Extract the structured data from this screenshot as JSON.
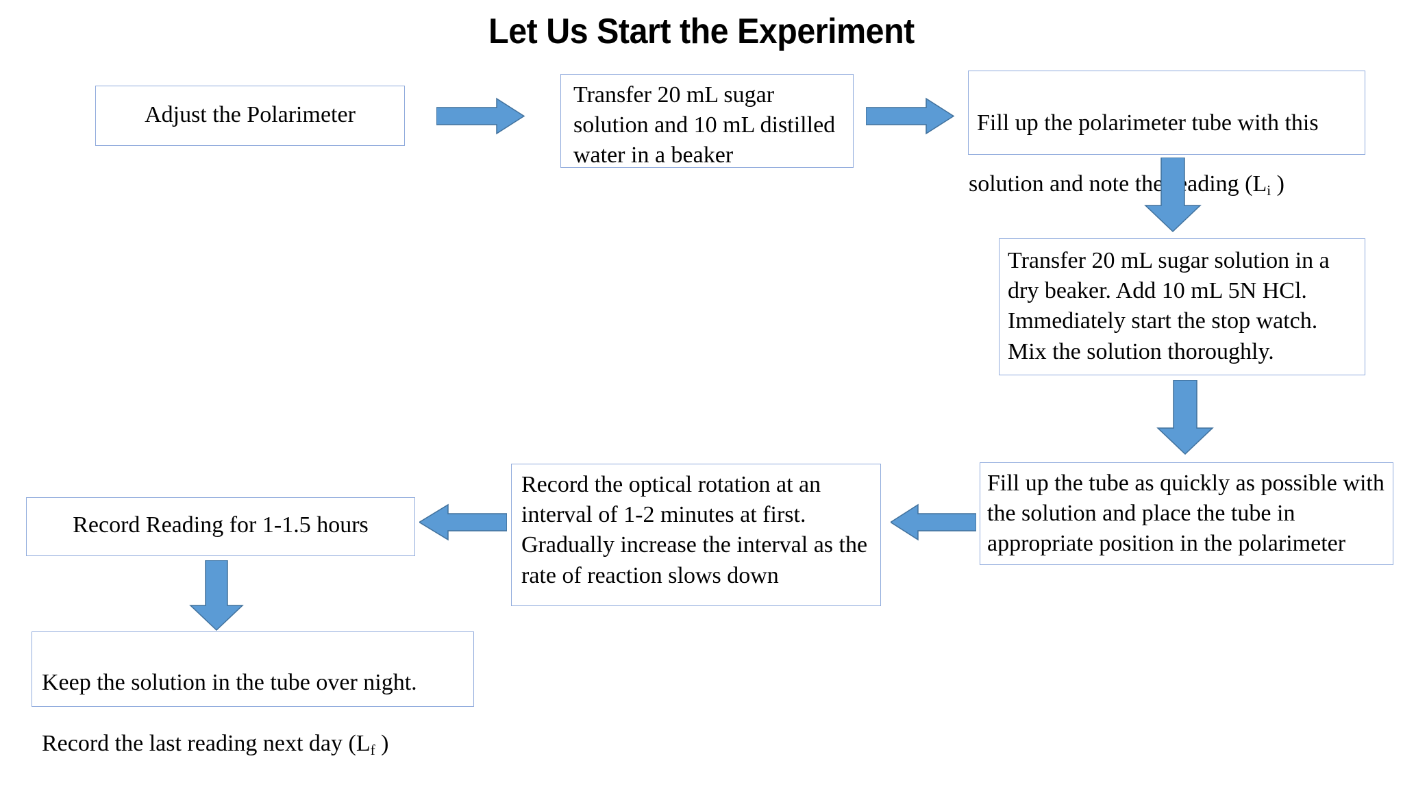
{
  "slide": {
    "title": "Let Us Start the Experiment",
    "background_color": "#FFFFFF",
    "box_border_color": "#8FAADC",
    "arrow_fill_color": "#5B9BD5",
    "arrow_stroke_color": "#41719C",
    "text_color": "#000000"
  },
  "nodes": {
    "n1": {
      "text": "Adjust the Polarimeter"
    },
    "n2": {
      "text": "Transfer 20 mL sugar solution and 10 mL distilled water in a beaker"
    },
    "n3_line1": "Fill up the polarimeter tube with this",
    "n3_line2_a": "solution and note the reading (L",
    "n3_sub": "i",
    "n3_line2_b": " )",
    "n4": {
      "text": "Transfer 20 mL sugar solution in a dry beaker. Add 10 mL 5N HCl. Immediately start the stop watch. Mix the solution thoroughly."
    },
    "n5": {
      "text": "Fill up the tube as quickly as possible with the solution and place the tube in appropriate position in the polarimeter"
    },
    "n6": {
      "text": "Record the optical rotation at an interval of 1-2 minutes at first. Gradually increase the interval as the rate of reaction slows down"
    },
    "n7": {
      "text": "Record Reading for 1-1.5 hours"
    },
    "n8_line1": "Keep the solution in the tube over night.",
    "n8_line2_a": "Record the last reading next day (L",
    "n8_sub": "f",
    "n8_line2_b": " )"
  },
  "arrows": [
    {
      "name": "arrow-adjust-to-transfer",
      "direction": "right"
    },
    {
      "name": "arrow-transfer-to-fill-tube",
      "direction": "right"
    },
    {
      "name": "arrow-fill-tube-to-hcl",
      "direction": "down"
    },
    {
      "name": "arrow-hcl-to-fill-quickly",
      "direction": "down"
    },
    {
      "name": "arrow-fill-quickly-to-record-rotation",
      "direction": "left"
    },
    {
      "name": "arrow-record-rotation-to-record-reading",
      "direction": "left"
    },
    {
      "name": "arrow-record-reading-to-overnight",
      "direction": "down"
    }
  ]
}
